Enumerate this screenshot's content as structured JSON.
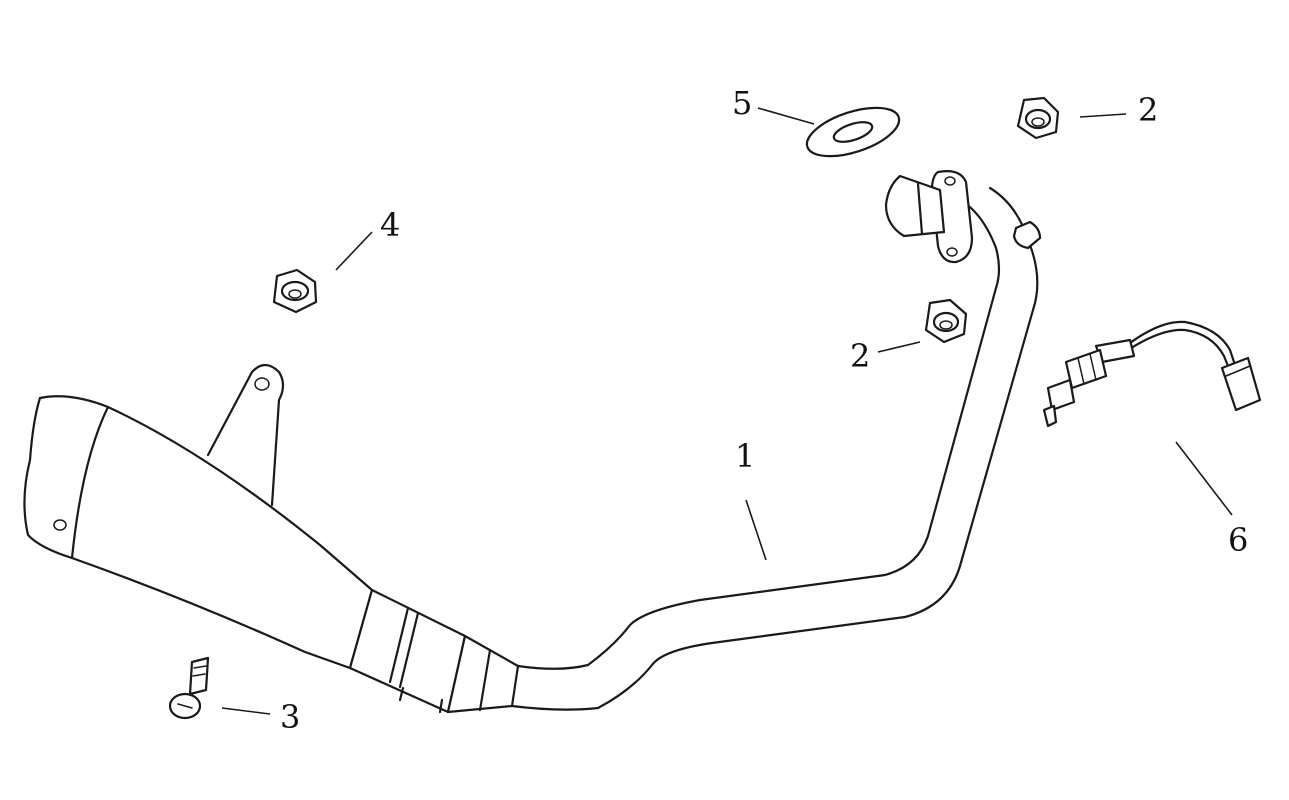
{
  "callouts": {
    "c1": "1",
    "c2a": "2",
    "c2b": "2",
    "c3": "3",
    "c4": "4",
    "c5": "5",
    "c6": "6"
  },
  "parts": [
    {
      "id": 1,
      "icon": "exhaust-pipe-muffler"
    },
    {
      "id": 2,
      "icon": "hex-nut"
    },
    {
      "id": 3,
      "icon": "bolt"
    },
    {
      "id": 4,
      "icon": "hex-nut"
    },
    {
      "id": 5,
      "icon": "gasket"
    },
    {
      "id": 6,
      "icon": "oxygen-sensor"
    }
  ]
}
